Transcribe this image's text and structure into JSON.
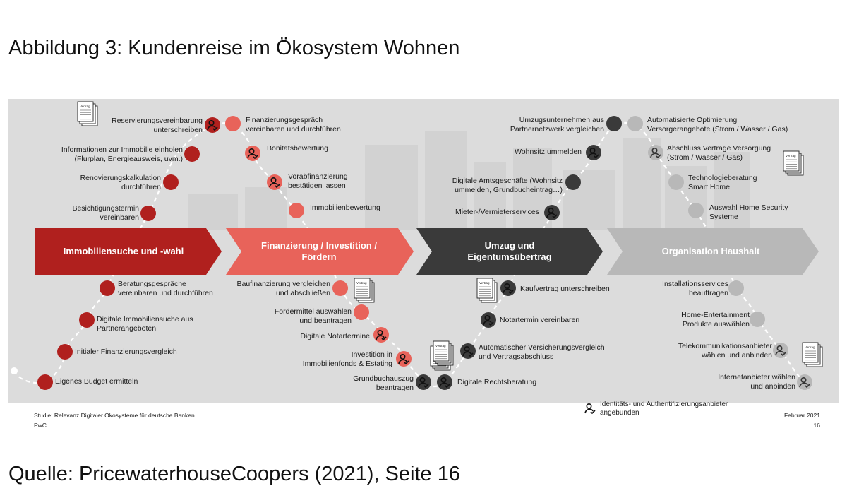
{
  "title": "Abbildung 3: Kundenreise im Ökosystem Wohnen",
  "source": "Quelle: PricewaterhouseCoopers (2021), Seite 16",
  "colors": {
    "phase1": "#b0201e",
    "phase2": "#e8635a",
    "phase3": "#3a3a3a",
    "phase4": "#b8b8b8",
    "background": "#dcdcdc"
  },
  "phases": [
    {
      "label": "Immobiliensuche und -wahl"
    },
    {
      "label_line1": "Finanzierung / Investition /",
      "label_line2": "Fördern"
    },
    {
      "label_line1": "Umzug und",
      "label_line2": "Eigentumsübertrag"
    },
    {
      "label": "Organisation Haushalt"
    }
  ],
  "steps": [
    {
      "phase": 1,
      "line1": "Eigenes Budget ermitteln",
      "line2": "",
      "auth": false,
      "doc": false
    },
    {
      "phase": 1,
      "line1": "Initialer Finanzierungsvergleich",
      "line2": "",
      "auth": false,
      "doc": false
    },
    {
      "phase": 1,
      "line1": "Digitale Immobiliensuche aus",
      "line2": "Partnerangeboten",
      "auth": false,
      "doc": false
    },
    {
      "phase": 1,
      "line1": "Beratungsgespräche",
      "line2": "vereinbaren und durchführen",
      "auth": false,
      "doc": false
    },
    {
      "phase": 1,
      "line1": "Besichtigungstermin",
      "line2": "vereinbaren",
      "auth": false,
      "doc": false
    },
    {
      "phase": 1,
      "line1": "Renovierungskalkulation",
      "line2": "durchführen",
      "auth": false,
      "doc": false
    },
    {
      "phase": 1,
      "line1": "Informationen zur Immobilie einholen",
      "line2": "(Flurplan, Energieausweis, uvm.)",
      "auth": false,
      "doc": false
    },
    {
      "phase": 1,
      "line1": "Reservierungsvereinbarung",
      "line2": "unterschreiben",
      "auth": true,
      "doc": true
    },
    {
      "phase": 2,
      "line1": "Finanzierungsgespräch",
      "line2": "vereinbaren und durchführen",
      "auth": false,
      "doc": false
    },
    {
      "phase": 2,
      "line1": "Bonitätsbewertung",
      "line2": "",
      "auth": true,
      "doc": false
    },
    {
      "phase": 2,
      "line1": "Vorabfinanzierung",
      "line2": "bestätigen lassen",
      "auth": true,
      "doc": false
    },
    {
      "phase": 2,
      "line1": "Immobilienbewertung",
      "line2": "",
      "auth": false,
      "doc": false
    },
    {
      "phase": 2,
      "line1": "Baufinanzierung vergleichen",
      "line2": "und abschließen",
      "auth": false,
      "doc": true
    },
    {
      "phase": 2,
      "line1": "Fördermittel auswählen",
      "line2": "und beantragen",
      "auth": false,
      "doc": false
    },
    {
      "phase": 2,
      "line1": "Digitale Notartermine",
      "line2": "",
      "auth": true,
      "doc": false
    },
    {
      "phase": 2,
      "line1": "Investition in",
      "line2": "Immobilienfonds & Estating",
      "auth": true,
      "doc": true
    },
    {
      "phase": 3,
      "line1": "Grundbuchauszug",
      "line2": "beantragen",
      "auth": true,
      "doc": false
    },
    {
      "phase": 3,
      "line1": "Digitale Rechtsberatung",
      "line2": "",
      "auth": true,
      "doc": false
    },
    {
      "phase": 3,
      "line1": "Automatischer Versicherungsvergleich",
      "line2": "und Vertragsabschluss",
      "auth": true,
      "doc": true
    },
    {
      "phase": 3,
      "line1": "Notartermin vereinbaren",
      "line2": "",
      "auth": true,
      "doc": false
    },
    {
      "phase": 3,
      "line1": "Kaufvertrag unterschreiben",
      "line2": "",
      "auth": true,
      "doc": true
    },
    {
      "phase": 3,
      "line1": "Mieter-/Vermieterservices",
      "line2": "",
      "auth": true,
      "doc": false
    },
    {
      "phase": 3,
      "line1": "Digitale Amtsgeschäfte (Wohnsitz",
      "line2": "ummelden, Grundbucheintrag…)",
      "auth": false,
      "doc": false
    },
    {
      "phase": 3,
      "line1": "Wohnsitz ummelden",
      "line2": "",
      "auth": true,
      "doc": false
    },
    {
      "phase": 3,
      "line1": "Umzugsunternehmen aus",
      "line2": "Partnernetzwerk vergleichen",
      "auth": false,
      "doc": false
    },
    {
      "phase": 4,
      "line1": "Automatisierte Optimierung",
      "line2": "Versorgerangebote (Strom / Wasser / Gas)",
      "auth": false,
      "doc": false
    },
    {
      "phase": 4,
      "line1": "Abschluss Verträge Versorgung",
      "line2": "(Strom / Wasser / Gas)",
      "auth": true,
      "doc": true
    },
    {
      "phase": 4,
      "line1": "Technologieberatung",
      "line2": "Smart Home",
      "auth": false,
      "doc": false
    },
    {
      "phase": 4,
      "line1": "Auswahl Home Security",
      "line2": "Systeme",
      "auth": false,
      "doc": false
    },
    {
      "phase": 4,
      "line1": "Installationsservices",
      "line2": "beauftragen",
      "auth": false,
      "doc": false
    },
    {
      "phase": 4,
      "line1": "Home-Entertainment",
      "line2": "Produkte auswählen",
      "auth": false,
      "doc": false
    },
    {
      "phase": 4,
      "line1": "Telekommunikationsanbieter",
      "line2": "wählen und anbinden",
      "auth": true,
      "doc": true
    },
    {
      "phase": 4,
      "line1": "Internetanbieter wählen",
      "line2": "und anbinden",
      "auth": true,
      "doc": false
    }
  ],
  "doc_label": "Vertrag",
  "footer": {
    "study": "Studie: Relevanz Digitaler Ökosysteme für deutsche Banken",
    "company": "PwC",
    "legend_line1": "Identitäts- und Authentifizierungsanbieter",
    "legend_line2": "angebunden",
    "date": "Februar 2021",
    "page": "16"
  }
}
